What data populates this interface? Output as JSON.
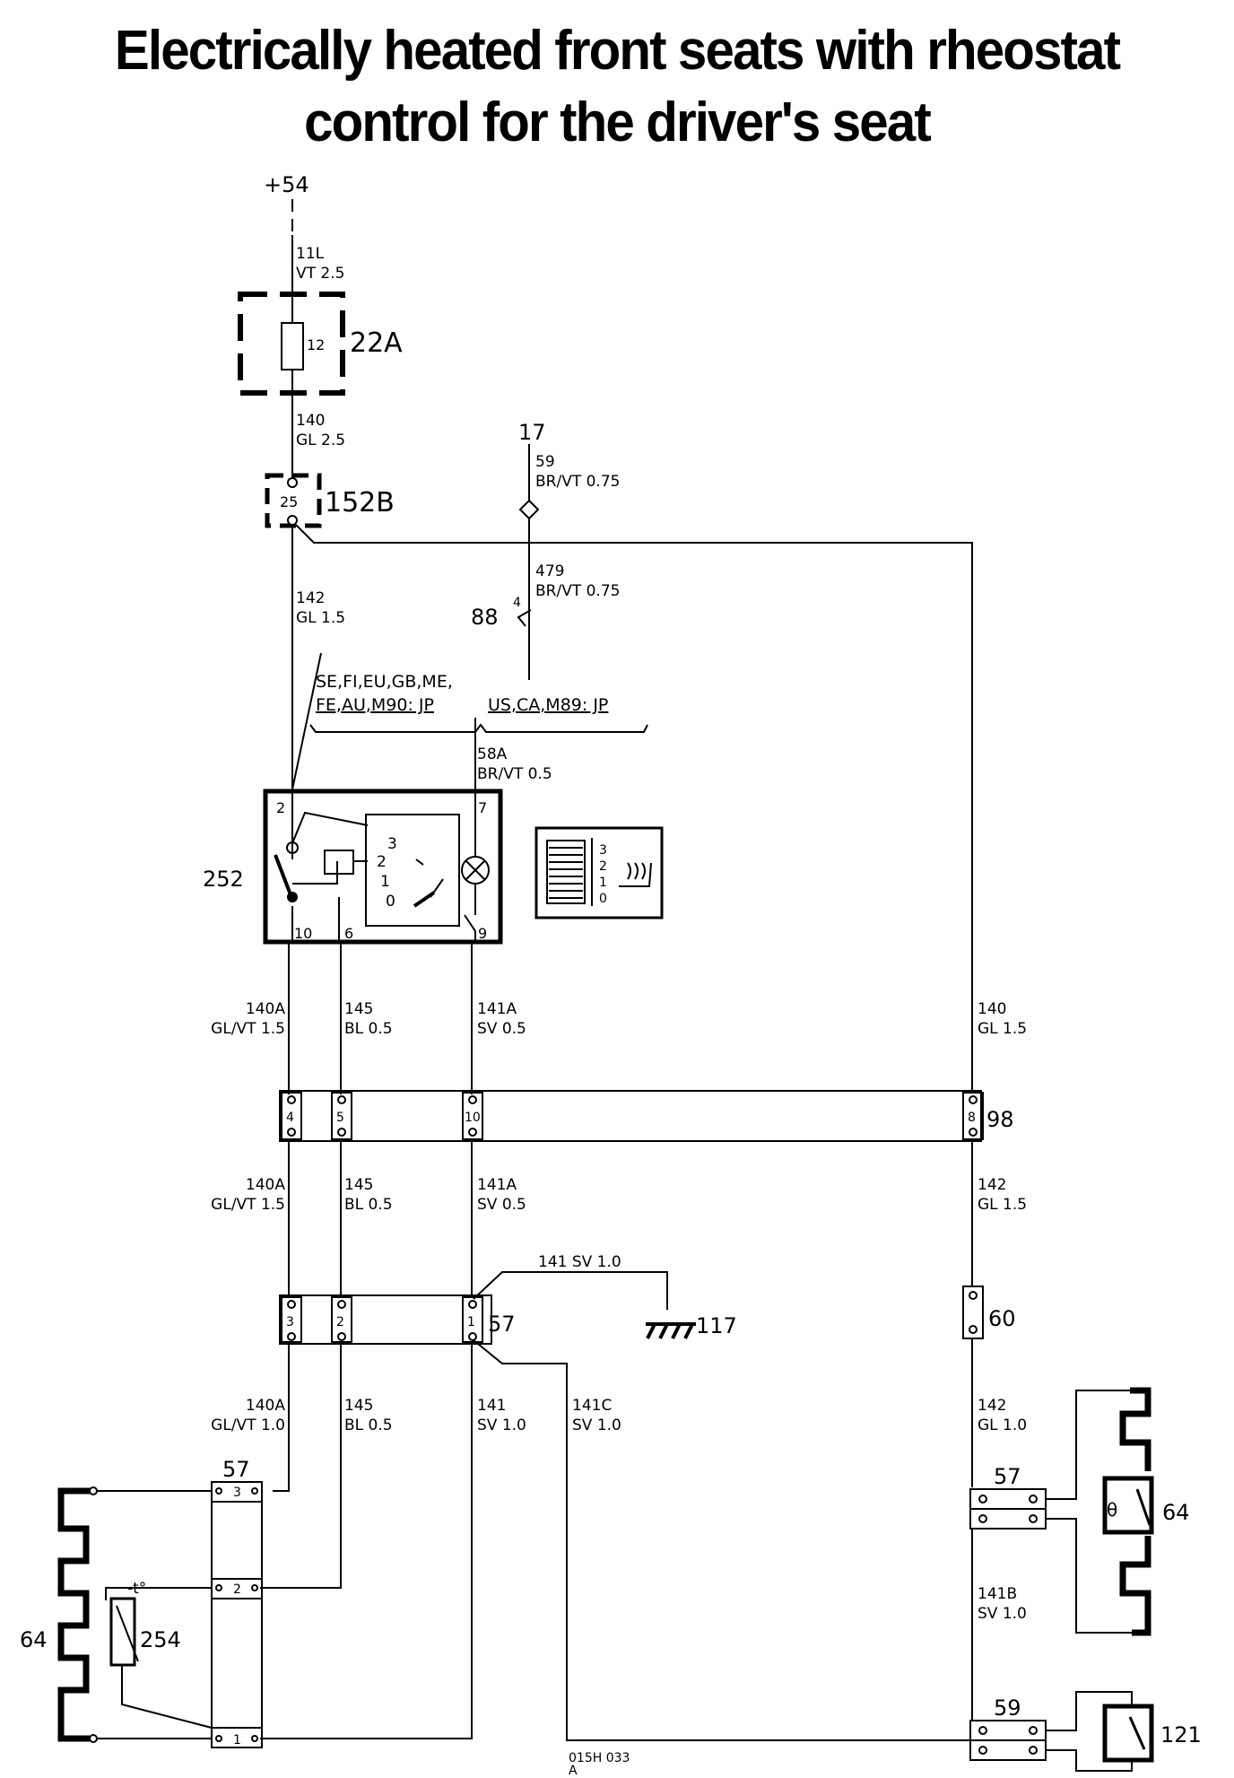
{
  "title": {
    "line1": "Electrically heated front seats with rheostat",
    "line2": "control for the driver's seat"
  },
  "supply": "+54",
  "components": {
    "fuse_box": "22A",
    "fuse_num": "12",
    "conn_152b": "152B",
    "conn_152b_pin": "25",
    "term_17": "17",
    "term_88": "88",
    "term_88_pin": "4",
    "switch": "252",
    "rheostat_t": "-t°",
    "rheostat": "254",
    "c98": "98",
    "c57": "57",
    "c57b": "57",
    "c57c": "57",
    "c60": "60",
    "c59": "59",
    "ground": "117",
    "heater_left": "64",
    "heater_right": "64",
    "relay": "121"
  },
  "switch_pins": {
    "p2": "2",
    "p7": "7",
    "p10": "10",
    "p6": "6",
    "p9": "9",
    "s3": "3",
    "s2": "2",
    "s1": "1",
    "s0": "0"
  },
  "symbol_legend": {
    "s3": "3",
    "s2": "2",
    "s1": "1",
    "s0": "0"
  },
  "market": {
    "left_a": "SE,FI,EU,GB,ME,",
    "left_b": "FE,AU,M90: JP",
    "right": "US,CA,M89: JP"
  },
  "wires": {
    "w11l": {
      "id": "11L",
      "spec": "VT 2.5"
    },
    "w140a": {
      "id": "140",
      "spec": "GL 2.5"
    },
    "w59": {
      "id": "59",
      "spec": "BR/VT 0.75"
    },
    "w479": {
      "id": "479",
      "spec": "BR/VT 0.75"
    },
    "w142a": {
      "id": "142",
      "spec": "GL 1.5"
    },
    "w58a": {
      "id": "58A",
      "spec": "BR/VT 0.5"
    },
    "w140A1": {
      "id": "140A",
      "spec": "GL/VT 1.5"
    },
    "w145_1": {
      "id": "145",
      "spec": "BL 0.5"
    },
    "w141A1": {
      "id": "141A",
      "spec": "SV 0.5"
    },
    "w140_2": {
      "id": "140",
      "spec": "GL 1.5"
    },
    "w140A2": {
      "id": "140A",
      "spec": "GL/VT 1.5"
    },
    "w145_2": {
      "id": "145",
      "spec": "BL 0.5"
    },
    "w141A2": {
      "id": "141A",
      "spec": "SV 0.5"
    },
    "w142_2": {
      "id": "142",
      "spec": "GL 1.5"
    },
    "w141sv": "141 SV 1.0",
    "w140A3": {
      "id": "140A",
      "spec": "GL/VT 1.0"
    },
    "w145_3": {
      "id": "145",
      "spec": "BL 0.5"
    },
    "w141": {
      "id": "141",
      "spec": "SV 1.0"
    },
    "w141c": {
      "id": "141C",
      "spec": "SV 1.0"
    },
    "w142_3": {
      "id": "142",
      "spec": "GL 1.0"
    },
    "w141b": {
      "id": "141B",
      "spec": "SV 1.0"
    }
  },
  "pins": {
    "c98": [
      "4",
      "5",
      "10",
      "8"
    ],
    "c57": [
      "3",
      "2",
      "1"
    ],
    "c57seat": [
      "3",
      "2",
      "1"
    ]
  },
  "footer": {
    "code": "015H 033",
    "rev": "A"
  }
}
